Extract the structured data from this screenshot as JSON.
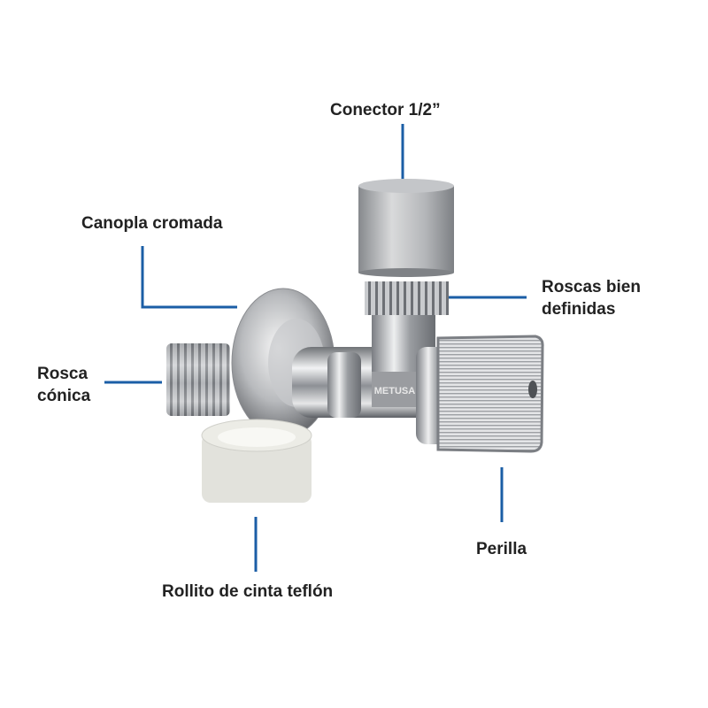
{
  "colors": {
    "leader_line": "#1b5ea6",
    "text": "#222222"
  },
  "brand_engraving": "METUSA",
  "labels": {
    "conector": "Conector 1/2”",
    "canopla": "Canopla cromada",
    "roscas_line1": "Roscas bien",
    "roscas_line2": "definidas",
    "rosca_line1": "Rosca",
    "rosca_line2": "cónica",
    "perilla": "Perilla",
    "rollito": "Rollito de cinta teflón"
  }
}
